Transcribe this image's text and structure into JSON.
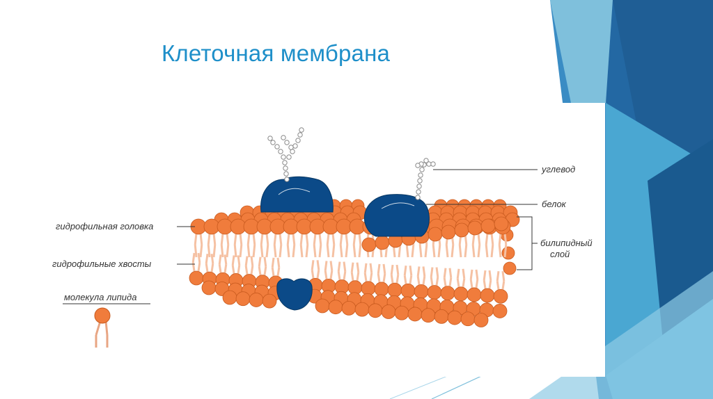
{
  "slide": {
    "title": "Клеточная мембрана"
  },
  "diagram": {
    "labels": {
      "carbohydrate": "углевод",
      "protein": "белок",
      "bilayer_line1": "билипидный",
      "bilayer_line2": "слой",
      "hydrophilic_head": "гидрофильная головка",
      "hydrophilic_tails": "гидрофильные хвосты",
      "lipid_molecule": "молекула липида"
    },
    "colors": {
      "lipid_head": "#f07c3c",
      "lipid_head_outline": "#c85a1e",
      "lipid_tail": "#f5c1a3",
      "protein": "#0b4a88",
      "carbohydrate_chain": "#b8b8b8",
      "title": "#1e8fc9",
      "accent_blue": "#2a7db5"
    },
    "icons": [
      "lipid-molecule-icon",
      "protein-icon",
      "carbohydrate-chain-icon"
    ]
  }
}
